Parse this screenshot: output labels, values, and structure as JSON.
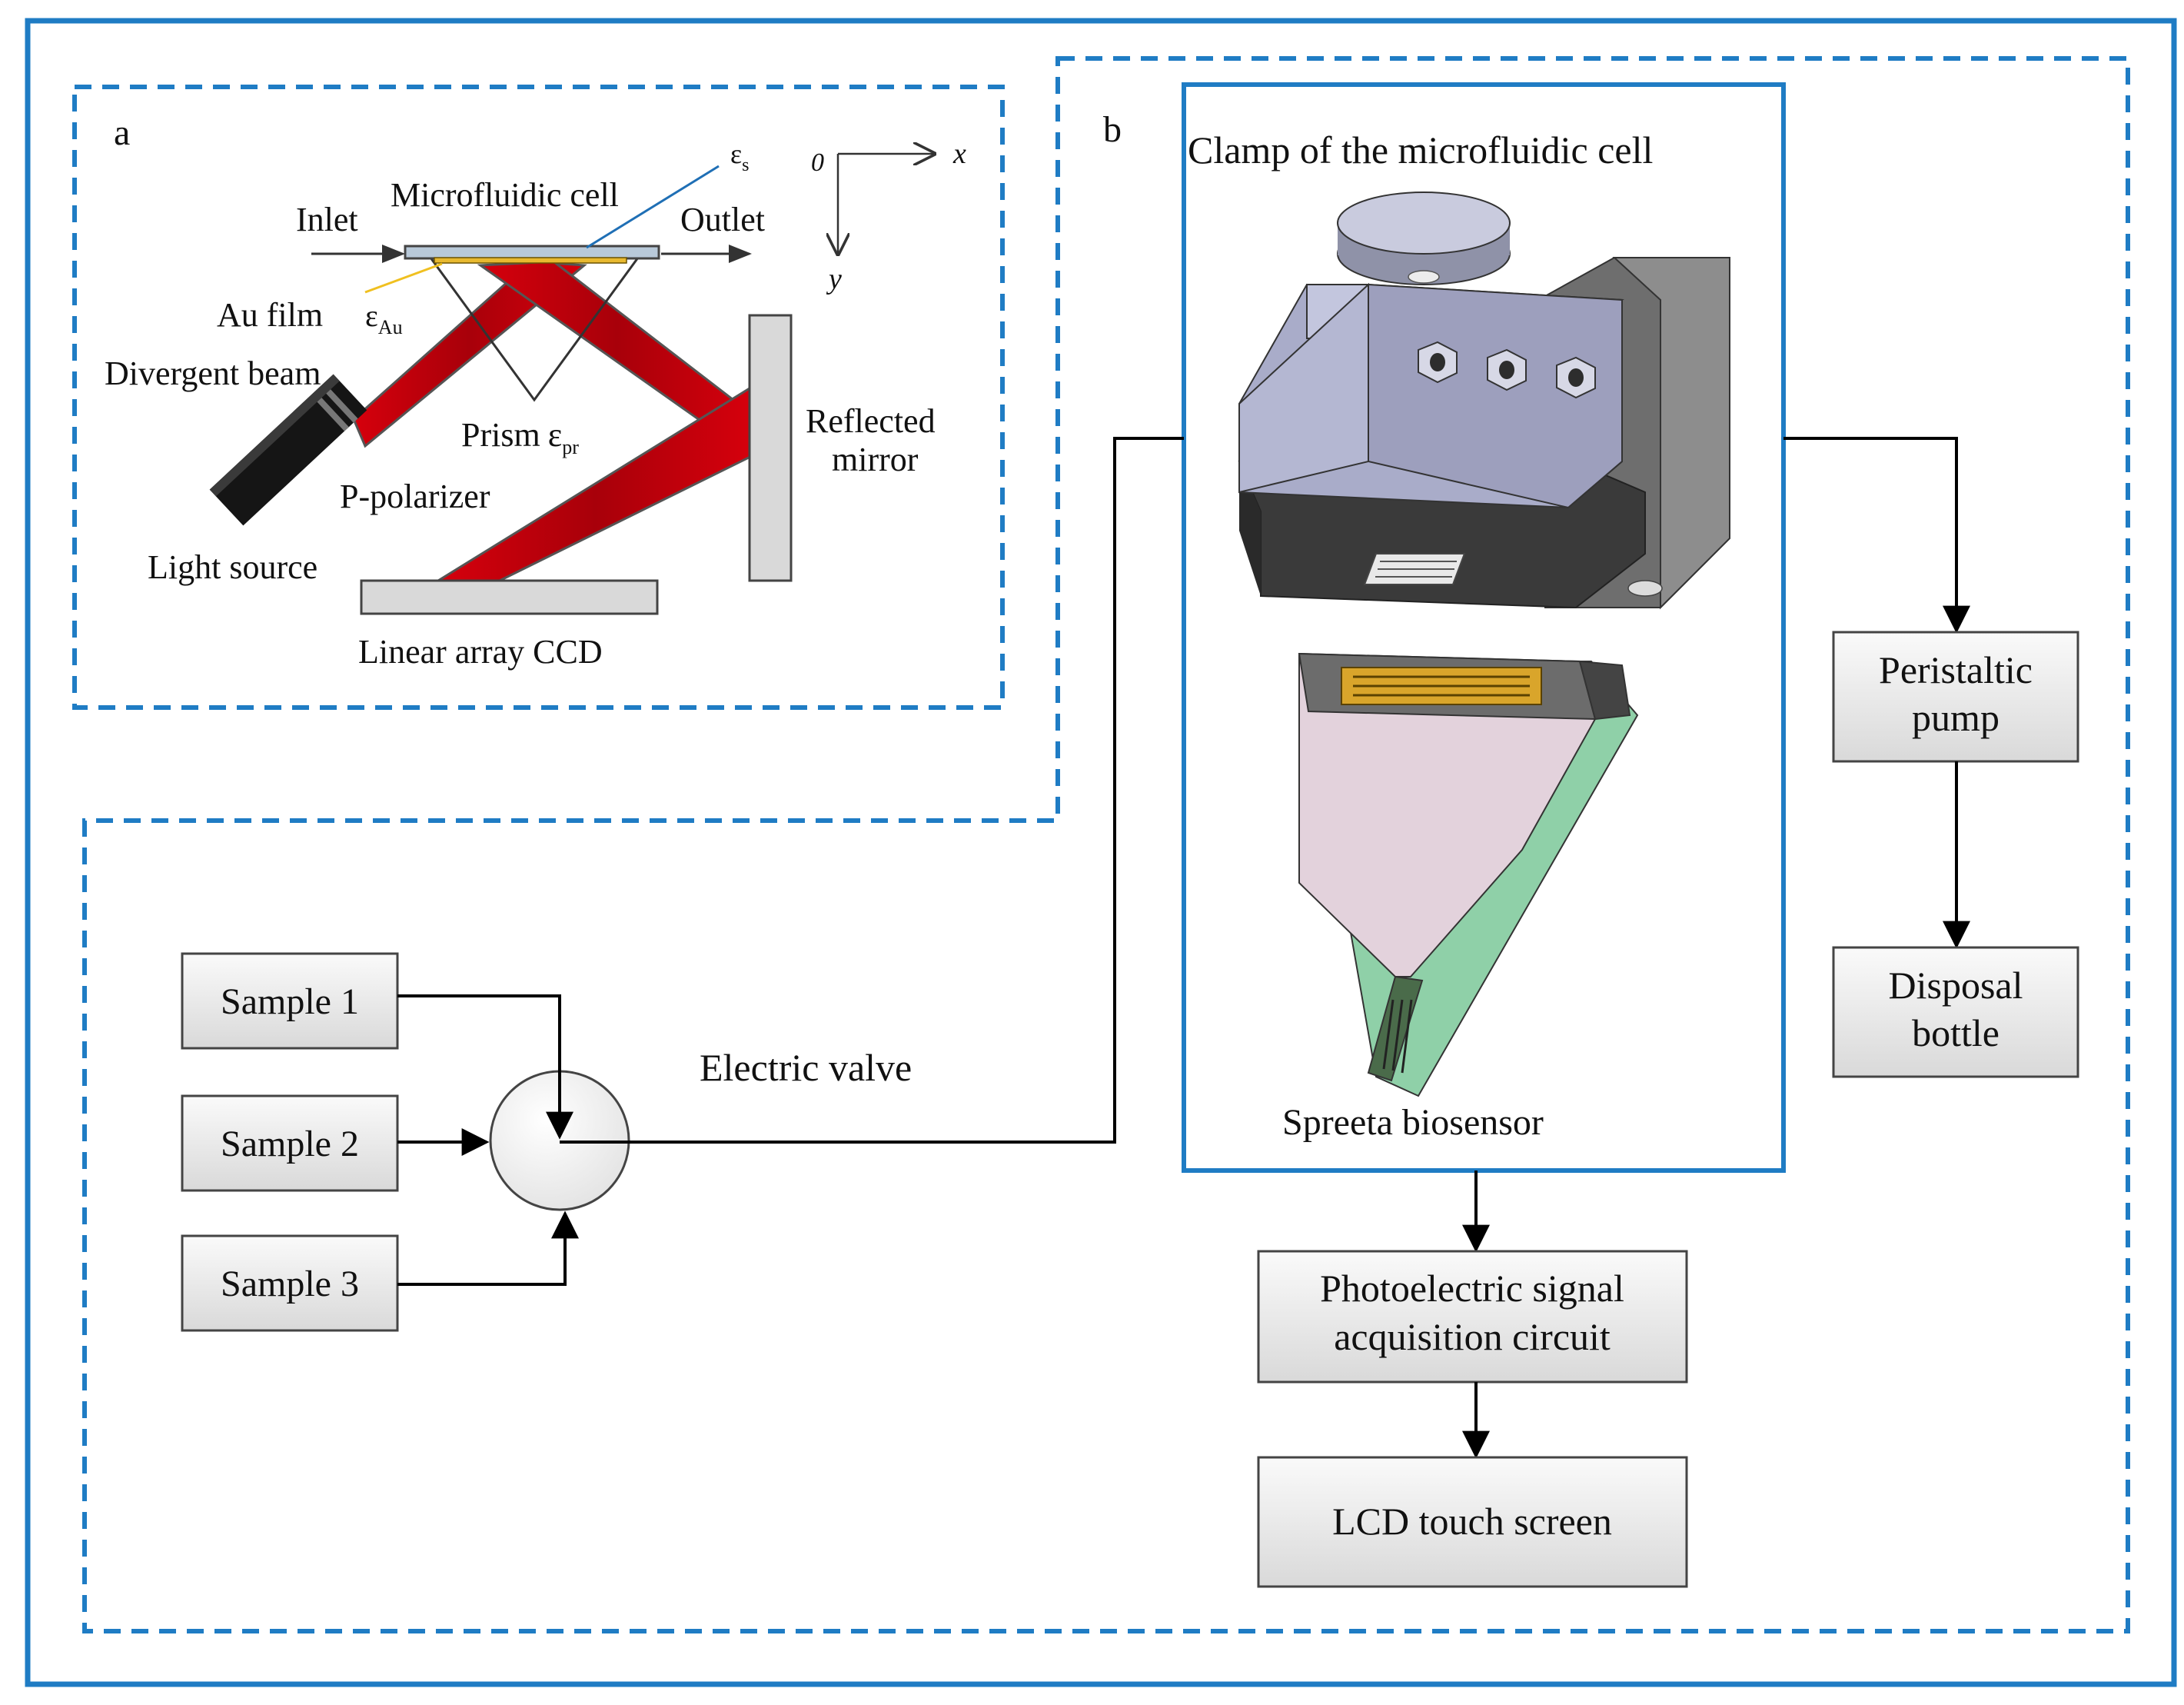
{
  "panel_a": {
    "tag": "a",
    "inlet": "Inlet",
    "microfluidic_cell": "Microfluidic cell",
    "outlet": "Outlet",
    "eps_s": "ε",
    "eps_s_sub": "s",
    "axis_origin": "0",
    "axis_x": "x",
    "axis_y": "y",
    "au_film": "Au film",
    "eps_au": "ε",
    "eps_au_sub": "Au",
    "divergent_beam": "Divergent beam",
    "prism": "Prism",
    "eps_pr": "ε",
    "eps_pr_sub": "pr",
    "reflected_mirror_1": "Reflected",
    "reflected_mirror_2": "mirror",
    "p_polarizer": "P-polarizer",
    "light_source": "Light source",
    "linear_ccd": "Linear array CCD"
  },
  "panel_b": {
    "tag": "b",
    "clamp_title": "Clamp of  the microfluidic cell",
    "spreeta": "Spreeta biosensor",
    "sample1": "Sample 1",
    "sample2": "Sample 2",
    "sample3": "Sample 3",
    "electric_valve": "Electric valve",
    "peristaltic_1": "Peristaltic",
    "peristaltic_2": "pump",
    "disposal_1": "Disposal",
    "disposal_2": "bottle",
    "photo_1": "Photoelectric signal",
    "photo_2": "acquisition circuit",
    "lcd": "LCD touch screen"
  },
  "colors": {
    "frame_blue": "#1f7cc4",
    "beam_red": "#c8000a",
    "mirror_gray": "#d9d9d9",
    "clamp_blue": "#a9acc9",
    "sensor_pink": "#e3d2dc",
    "pcb_green": "#8fd0a8",
    "gold": "#e8b930"
  }
}
